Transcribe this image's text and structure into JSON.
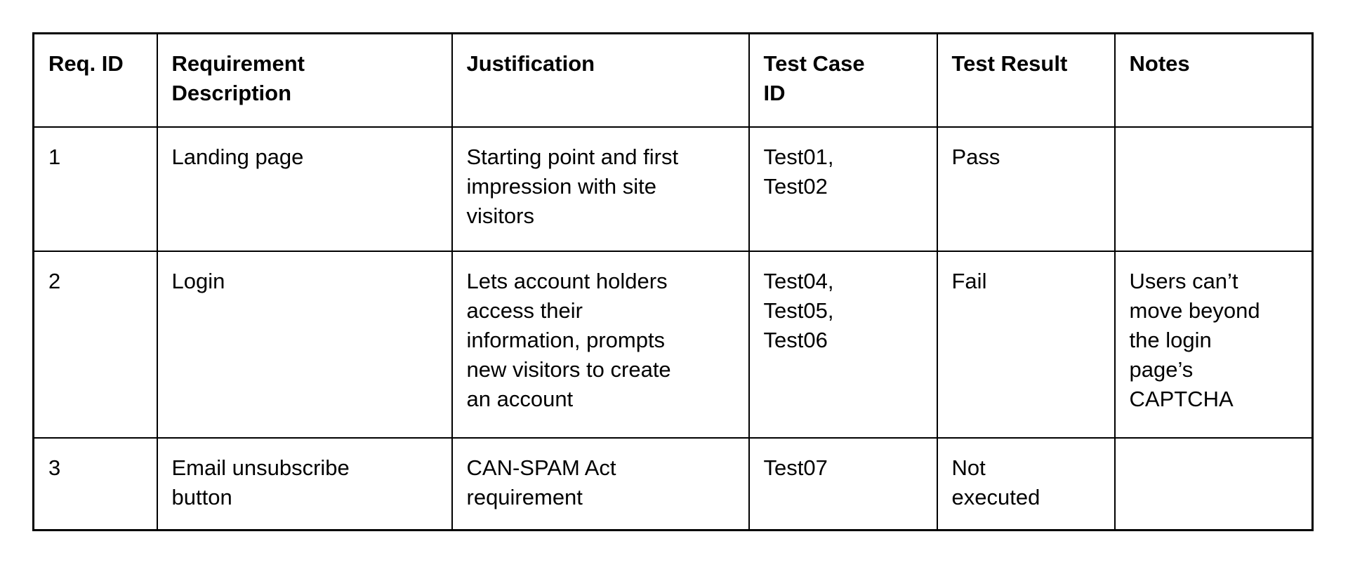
{
  "document": {
    "background_color": "#ffffff",
    "text_color": "#000000",
    "border_color": "#000000"
  },
  "table": {
    "name": "requirements-traceability-matrix",
    "headers": [
      "Req. ID",
      "Requirement\nDescription",
      "Justification",
      "Test Case\nID",
      "Test Result",
      "Notes"
    ],
    "rows": [
      [
        "1",
        "Landing page",
        "Starting point and first\nimpression with site\nvisitors",
        "Test01,\nTest02",
        "Pass",
        ""
      ],
      [
        "2",
        "Login",
        "Lets account holders\naccess their\ninformation, prompts\nnew visitors to create\nan account",
        "Test04,\nTest05,\nTest06",
        "Fail",
        "Users can’t\nmove beyond\nthe login\npage’s\nCAPTCHA"
      ],
      [
        "3",
        "Email unsubscribe\nbutton",
        "CAN-SPAM Act\nrequirement",
        "Test07",
        "Not\nexecuted",
        ""
      ]
    ]
  }
}
